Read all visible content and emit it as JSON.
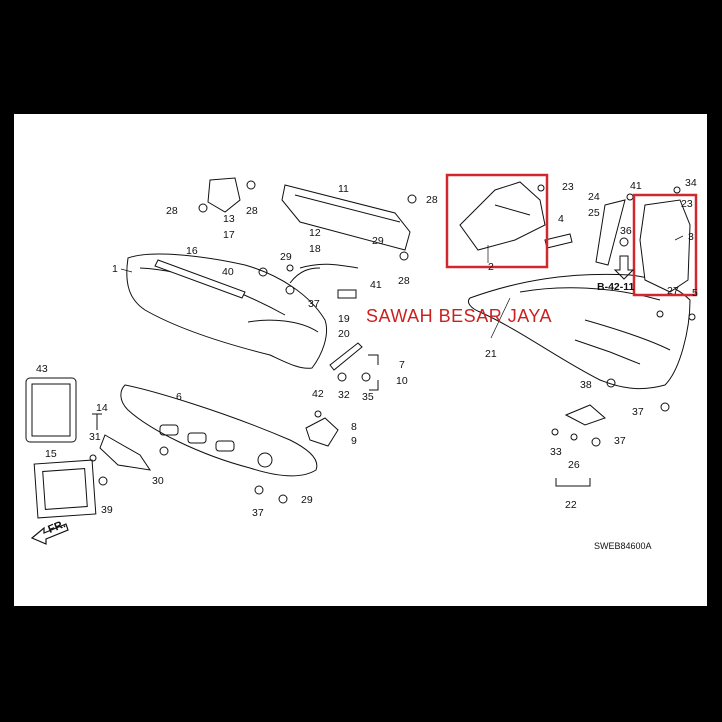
{
  "watermark": "SAWAH BESAR JAYA",
  "diagram_code": "SWEB84600A",
  "front_marker": "FR.",
  "ref_label": "B-42-11",
  "colors": {
    "highlight": "#d0282e",
    "line": "#111111",
    "watermark": "#cc1f1f"
  },
  "part_numbers": [
    "1",
    "2",
    "3",
    "4",
    "5",
    "6",
    "7",
    "8",
    "9",
    "10",
    "11",
    "12",
    "13",
    "14",
    "15",
    "16",
    "17",
    "18",
    "19",
    "20",
    "21",
    "22",
    "23",
    "24",
    "25",
    "26",
    "27",
    "28",
    "29",
    "30",
    "31",
    "32",
    "33",
    "34",
    "35",
    "36",
    "37",
    "38",
    "39",
    "40",
    "41",
    "42",
    "43"
  ]
}
